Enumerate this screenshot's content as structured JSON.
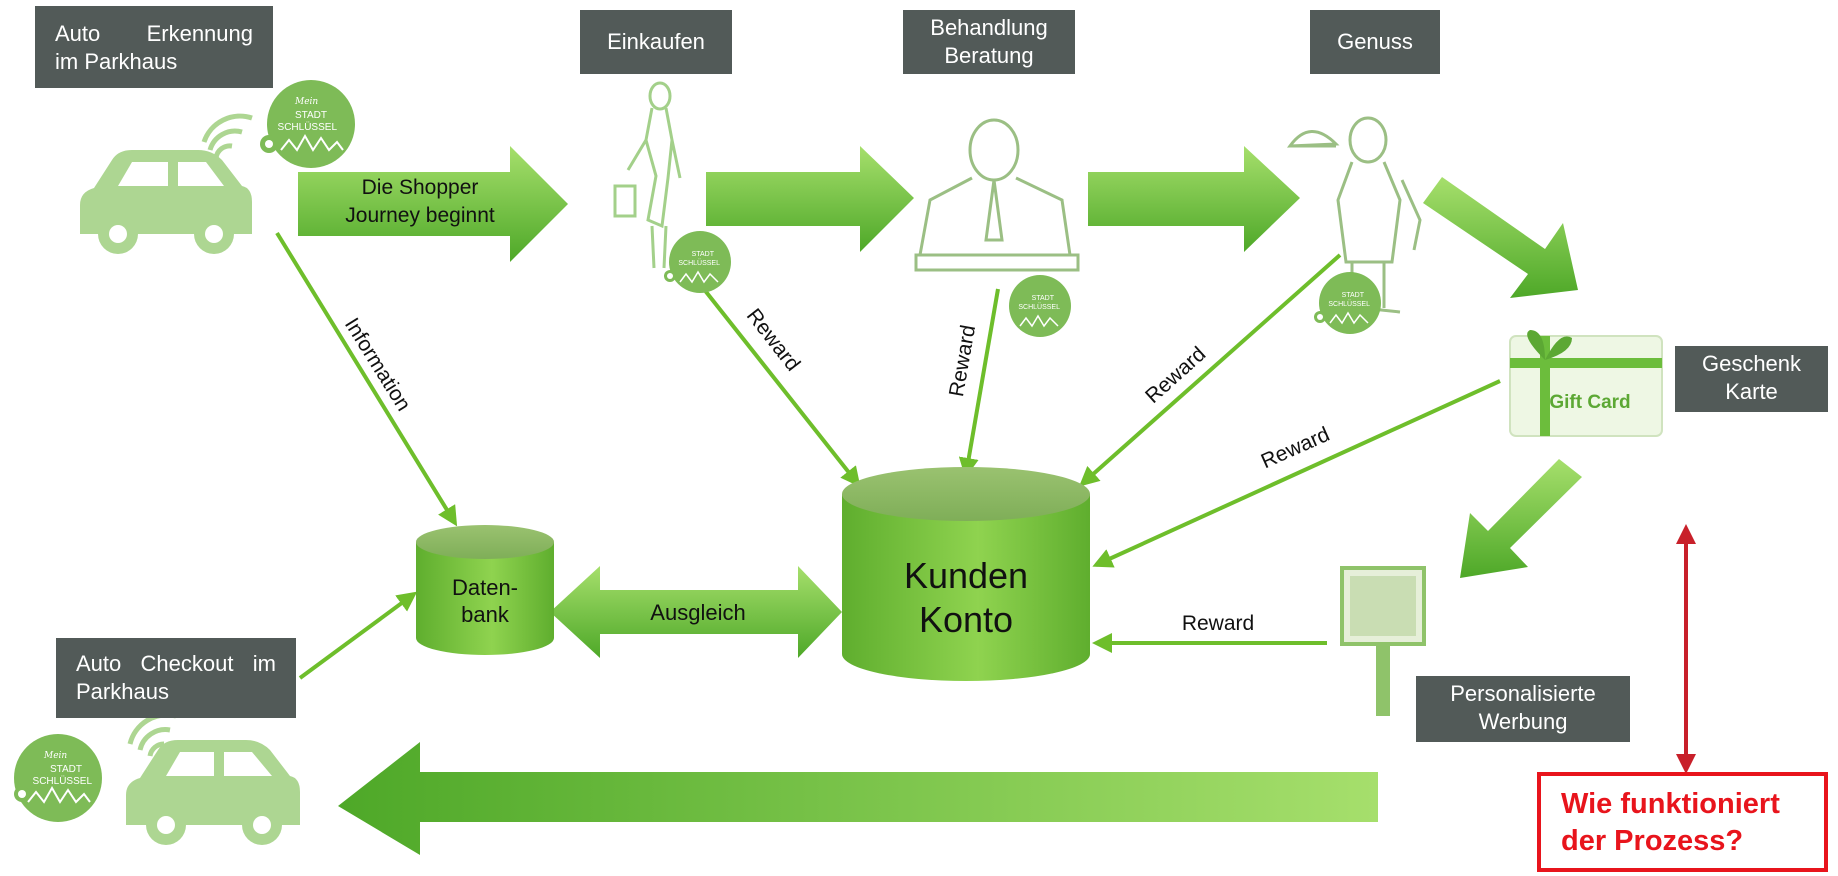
{
  "labels": {
    "auto_erkennung": [
      "Auto      Erkennung",
      "im Parkhaus"
    ],
    "einkaufen": "Einkaufen",
    "behandlung": [
      "Behandlung",
      "Beratung"
    ],
    "genuss": "Genuss",
    "geschenk": [
      "Geschenk",
      "Karte"
    ],
    "auto_checkout": [
      "Auto  Checkout  im",
      "Parkhaus"
    ],
    "werbung": [
      "Personalisierte",
      "Werbung"
    ]
  },
  "flow_texts": {
    "journey": [
      "Die Shopper",
      "Journey beginnt"
    ],
    "ausgleich": "Ausgleich",
    "information": "Information",
    "reward": "Reward"
  },
  "databases": {
    "datenbank": [
      "Daten-",
      "bank"
    ],
    "kunden_konto": [
      "Kunden",
      "Konto"
    ]
  },
  "badge": {
    "line1": "STADT",
    "line2": "SCHLÜSSEL",
    "script": "Mein"
  },
  "gift_card_text": "Gift Card",
  "question": [
    "Wie funktioniert",
    "der Prozess?"
  ],
  "colors": {
    "green_dark": "#4ea828",
    "green_light": "#a8e070",
    "line_green": "#6ebe2b",
    "label_bg": "#525a58",
    "alert_red": "#e8141c"
  }
}
